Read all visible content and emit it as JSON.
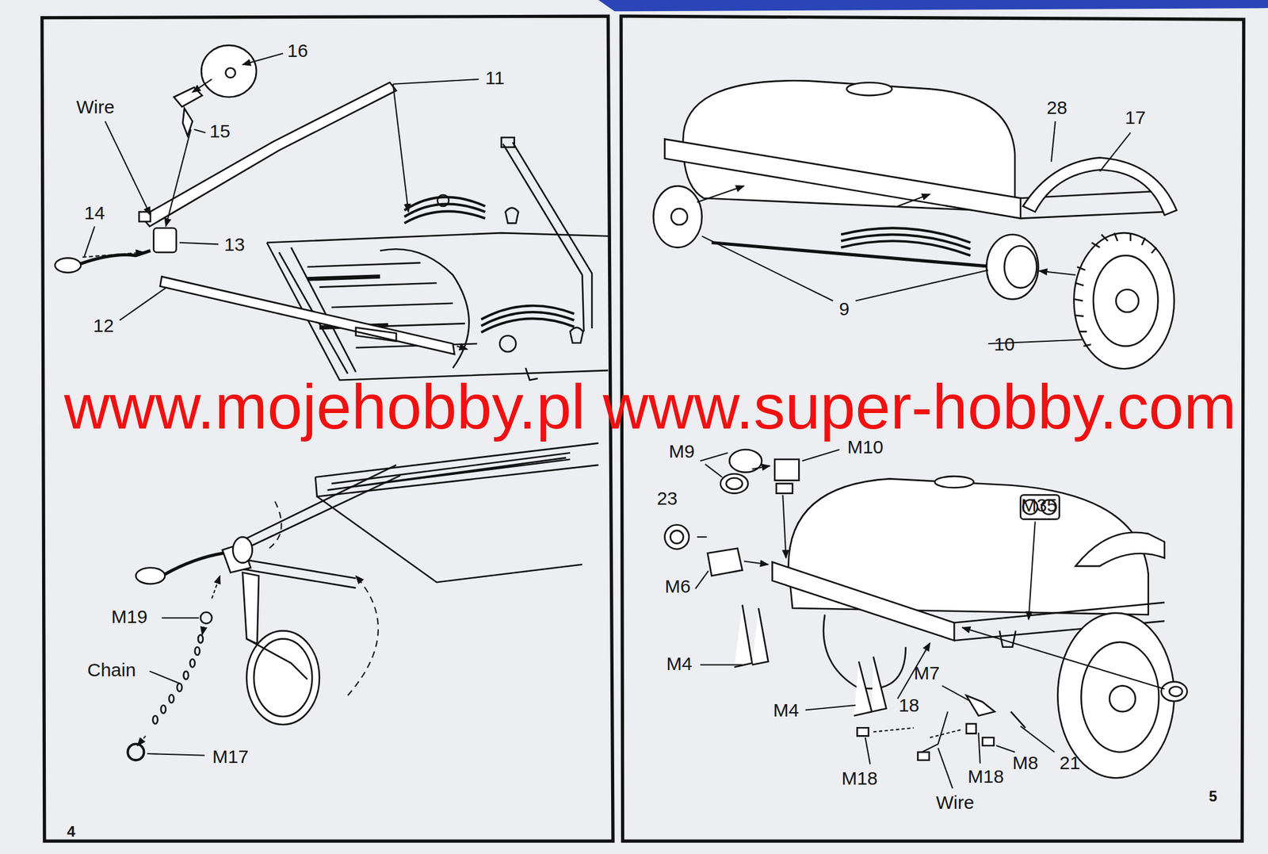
{
  "diagram": {
    "labels": [
      "16",
      "Wire",
      "15",
      "11",
      "14",
      "13",
      "12",
      "www.mojehobby.pl www.super-hobby.com",
      "M19",
      "Chain",
      "M17",
      "4",
      "28",
      "17",
      "9",
      "10",
      "M9",
      "M10",
      "23",
      "M35",
      "M6",
      "M4",
      "M4",
      "18",
      "M7",
      "M18",
      "M18",
      "M8",
      "21",
      "Wire",
      "5"
    ]
  }
}
